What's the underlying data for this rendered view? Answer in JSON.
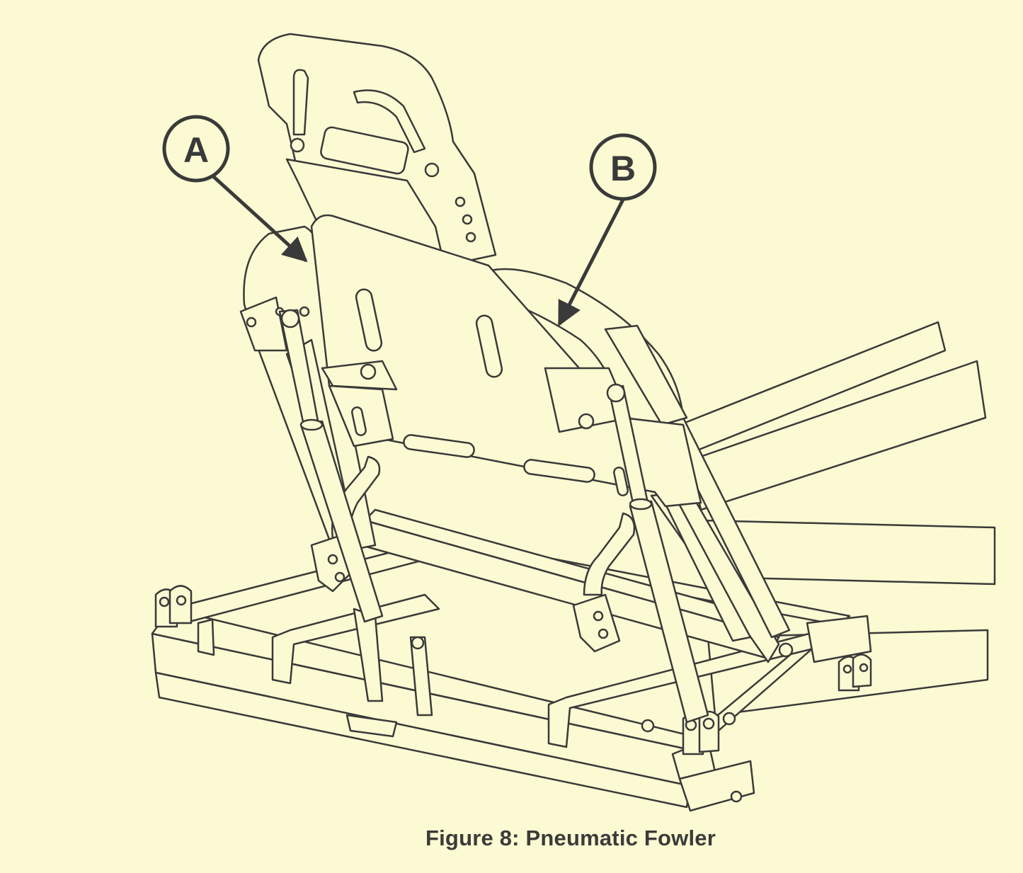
{
  "figure": {
    "caption": "Figure 8: Pneumatic Fowler",
    "callouts": [
      {
        "id": "A",
        "label": "A"
      },
      {
        "id": "B",
        "label": "B"
      }
    ]
  },
  "colors": {
    "background": "#fbfad2",
    "line": "#3a3a3a",
    "part_fill": "#fbfad2"
  }
}
